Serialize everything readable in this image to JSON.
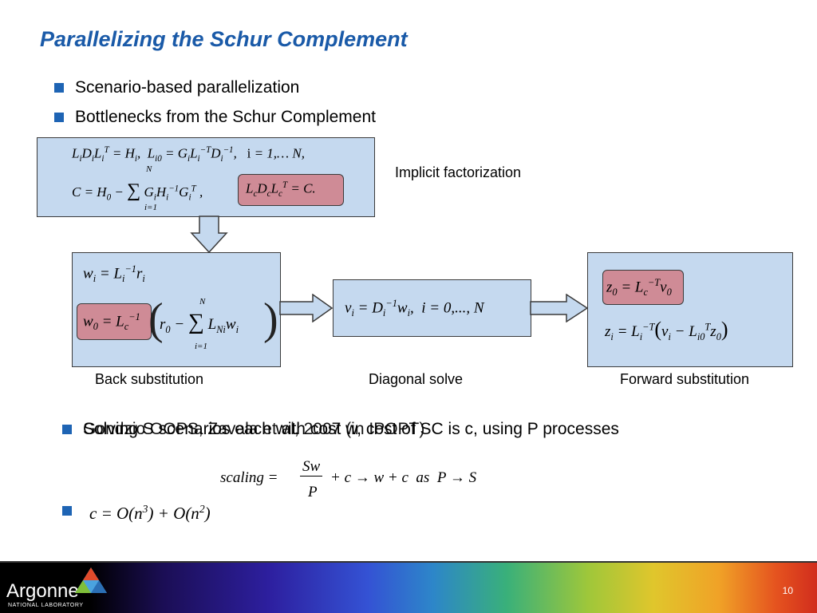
{
  "title": "Parallelizing the Schur Complement",
  "bullets": {
    "b1": "Scenario-based parallelization",
    "b2": "Bottlenecks from the Schur Complement",
    "b3": "Solving S scenarios each with cost w, cost of SC is c, using P processes",
    "b3_overlay": "Gondzio OOPS, Zavala et al, 2007 (in IPOPT)"
  },
  "boxes": {
    "top_eq1": "L_i D_i L_i^T = H_i, L_i0 = G_i L_i^-T D_i^-1, i = 1,...N,",
    "top_eq2": "C = H_0 − Σ G_i H_i^-1 G_i^T,",
    "top_eq2_hl": "L_c D_c L_c^T = C.",
    "back_eq1": "w_i = L_i^-1 r_i",
    "back_eq2": "r_0 − Σ L_Ni w_i",
    "back_eq2_hl": "w_0 = L_c^-1",
    "diag_eq": "v_i = D_i^-1 w_i, i = 0,...,N",
    "fwd_eq1_hl": "z_0 = L_c^-T v_0",
    "fwd_eq2": "z_i = L_i^-T (v_i − L_i0^T z_0)"
  },
  "captions": {
    "implicit": "Implicit factorization",
    "back": "Back substitution",
    "diag": "Diagonal solve",
    "fwd": "Forward substitution"
  },
  "formulas": {
    "scaling": "scaling = Sw/P + c → w + c as P → S",
    "cost": "c = O(n³) + O(n²)"
  },
  "footer": {
    "logo": "Argonne",
    "logo_sub": "NATIONAL LABORATORY",
    "page": "10"
  },
  "colors": {
    "title": "#1a5aa8",
    "box_fill": "#c5d9ef",
    "highlight": "#cf8b96"
  }
}
